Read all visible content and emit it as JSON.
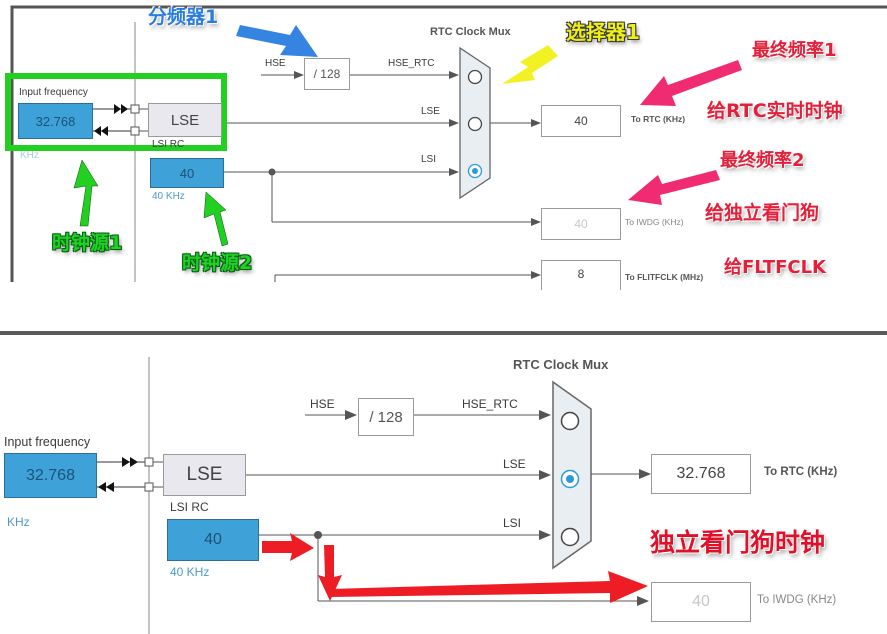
{
  "top_panel": {
    "mux_title": "RTC Clock Mux",
    "input_frequency_label": "Input frequency",
    "lse_input_value": "32.768",
    "lse_input_unit": "KHz",
    "lse_block_label": "LSE",
    "lsi_rc_label": "LSI RC",
    "lsi_value": "40",
    "lsi_unit": "40 KHz",
    "hse_label": "HSE",
    "divider_label": "/ 128",
    "hse_rtc_label": "HSE_RTC",
    "lse_line_label": "LSE",
    "lsi_line_label": "LSI",
    "mux_selected": "LSI",
    "rtc_output_value": "40",
    "rtc_output_label": "To RTC (KHz)",
    "iwdg_output_value": "40",
    "iwdg_output_label": "To IWDG (KHz)",
    "fltfclk_output_value": "8",
    "fltfclk_output_label": "To FLITFCLK (MHz)",
    "annotations": {
      "divider": "分频器1",
      "selector": "选择器1",
      "final_freq_1": "最终频率1",
      "to_rtc": "给RTC实时时钟",
      "final_freq_2": "最终频率2",
      "to_iwdg": "给独立看门狗",
      "to_fltfclk": "给FLTFCLK",
      "clock_source_1": "时钟源1",
      "clock_source_2": "时钟源2"
    }
  },
  "bottom_panel": {
    "mux_title": "RTC Clock Mux",
    "input_frequency_label": "Input frequency",
    "lse_input_value": "32.768",
    "lse_input_unit": "KHz",
    "lse_block_label": "LSE",
    "lsi_rc_label": "LSI RC",
    "lsi_value": "40",
    "lsi_unit": "40 KHz",
    "hse_label": "HSE",
    "divider_label": "/ 128",
    "hse_rtc_label": "HSE_RTC",
    "lse_line_label": "LSE",
    "lsi_line_label": "LSI",
    "mux_selected": "LSE",
    "rtc_output_value": "32.768",
    "rtc_output_label": "To RTC (KHz)",
    "iwdg_output_value": "40",
    "iwdg_output_label": "To IWDG (KHz)",
    "annotations": {
      "iwdg_clock": "独立看门狗时钟"
    }
  },
  "colors": {
    "block_blue": "#3ea1d8",
    "highlight_green": "#22d022",
    "annotation_red": "#e2203a",
    "annotation_blue": "#2a7de0",
    "annotation_yellow": "#f0f018",
    "radio_selected": "#2a9bd6"
  }
}
